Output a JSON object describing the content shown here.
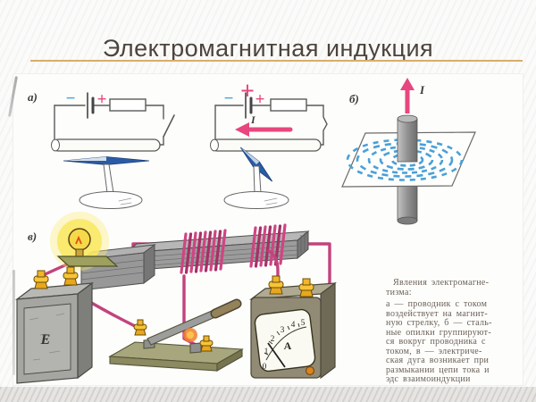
{
  "slide": {
    "title": "Электромагнитная индукция"
  },
  "figure": {
    "labels": {
      "a": "а)",
      "b": "б)",
      "v": "в)"
    },
    "circuit1": {
      "minus": "−",
      "plus": "+"
    },
    "circuit2": {
      "plus_top": "+",
      "minus": "−",
      "plus": "+",
      "current": "I"
    },
    "diagram_b": {
      "current": "I"
    },
    "battery_label": "Е",
    "meter": {
      "unit": "A",
      "scale": [
        "0",
        "1",
        "2",
        "3",
        "4",
        "5"
      ]
    },
    "caption": {
      "head_lines": [
        "Явления электромагне-",
        "тизма:"
      ],
      "body_lines": [
        "а — проводник с током",
        "воздействует на магнит-",
        "ную стрелку, б — сталь-",
        "ные опилки группируют-",
        "ся вокруг проводника с",
        "током, в — электриче-",
        "ская дуга возникает при",
        "размыкании цепи тока и",
        "эдс взаимоиндукции"
      ]
    }
  },
  "colors": {
    "accent_pink": "#e0447e",
    "wire_pink": "#c2437d",
    "accent_blue": "#4aa0dc",
    "needle_blue": "#2a5ca6",
    "underline_gold": "#d9ad6a",
    "terminal_yellow": "#f0b429",
    "glow_yellow": "#f9e760"
  }
}
